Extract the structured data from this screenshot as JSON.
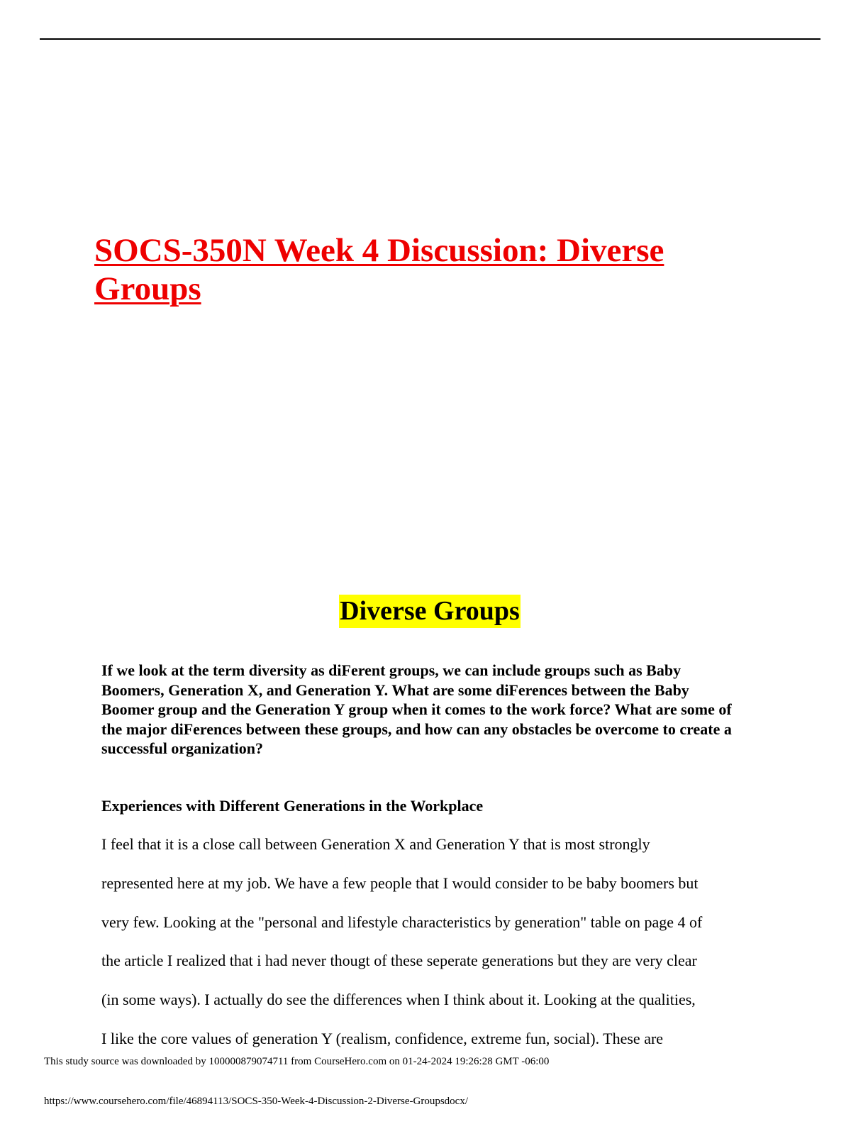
{
  "document": {
    "title": "SOCS-350N Week 4 Discussion: Diverse Groups",
    "section_heading": "Diverse Groups",
    "prompt": "If we look at the term diversity as diFerent groups, we can include groups such as Baby Boomers, Generation X, and Generation Y. What are some diFerences between the Baby Boomer group and the Generation Y group when it comes to the work force? What are some of the major diFerences between these groups, and how can any obstacles be overcome to create a successful organization?",
    "sub_heading": "Experiences with Different Generations in the Workplace",
    "body_lines": [
      "I feel that it is a close call between Generation X and Generation Y that is most strongly",
      "represented here at my job. We have a few people that I would consider to be baby boomers but",
      "very few.  Looking at the \"personal and lifestyle characteristics by generation\" table on page 4 of",
      "the article I realized that i had never thougt of these seperate generations but they are very clear",
      "(in some ways).  I actually do see the differences when I think about it.  Looking at the qualities,",
      "I like the core values of generation Y (realism, confidence, extreme fun, social). These are"
    ]
  },
  "footer": {
    "source_notice": "This study source was downloaded by 100000879074711 from CourseHero.com on 01-24-2024 19:26:28 GMT -06:00",
    "url": "https://www.coursehero.com/file/46894113/SOCS-350-Week-4-Discussion-2-Diverse-Groupsdocx/"
  }
}
